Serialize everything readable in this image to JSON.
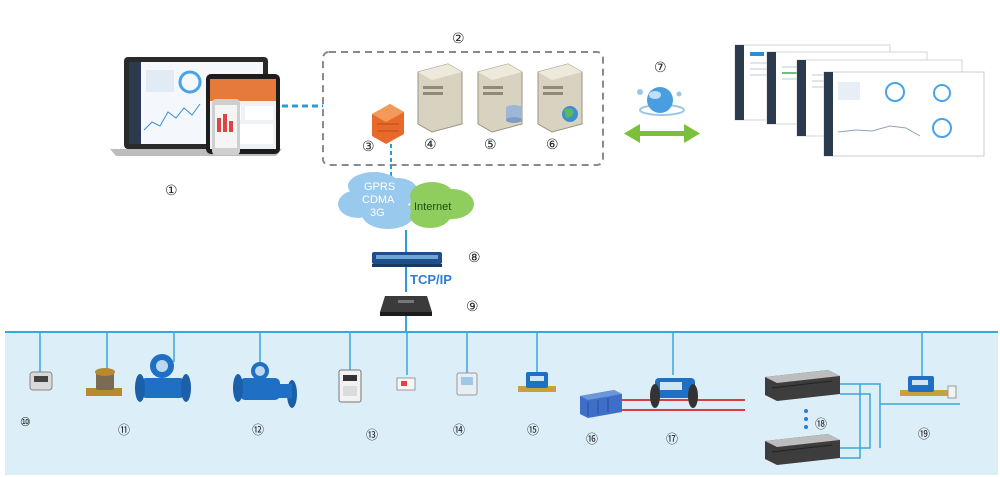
{
  "labels": {
    "n1": "①",
    "n2": "②",
    "n3": "③",
    "n4": "④",
    "n5": "⑤",
    "n6": "⑥",
    "n7": "⑦",
    "n8": "⑧",
    "n9": "⑨",
    "n10": "⑩",
    "n11": "⑪",
    "n12": "⑫",
    "n13": "⑬",
    "n14": "⑭",
    "n15": "⑮",
    "n16": "⑯",
    "n17": "⑰",
    "n18": "⑱",
    "n19": "⑲"
  },
  "cloud": {
    "line1": "GPRS",
    "line2": "CDMA",
    "line3": "3G",
    "internet": "Internet"
  },
  "link": {
    "protocol": "TCP/IP"
  },
  "colors": {
    "bus": "#3aa7d8",
    "field_bg": "#dceef8",
    "arrow": "#7cbf3b",
    "dash": "#2b9bd6"
  }
}
